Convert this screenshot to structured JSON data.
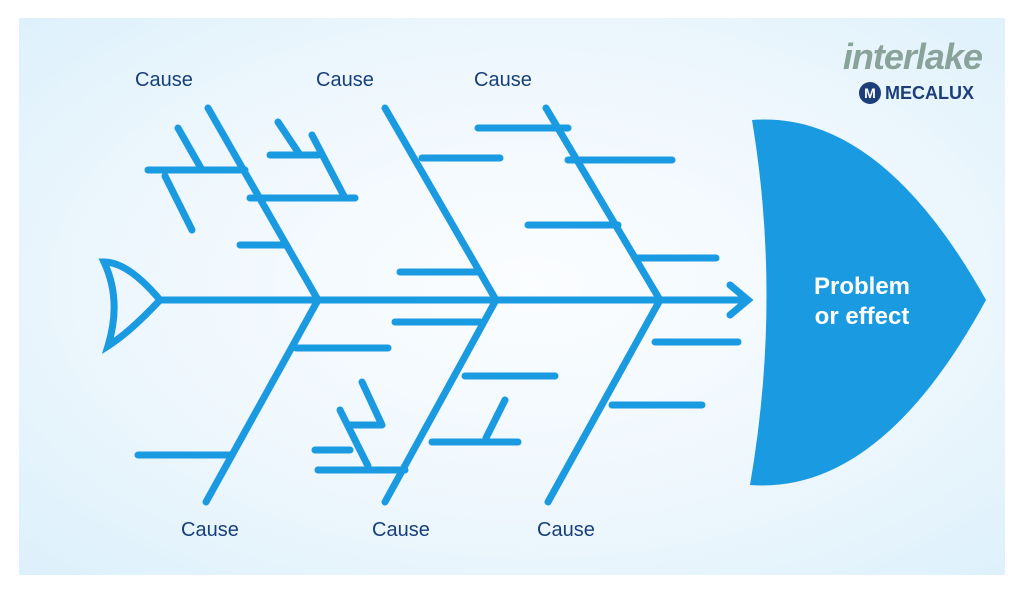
{
  "diagram": {
    "causes_top": [
      "Cause",
      "Cause",
      "Cause"
    ],
    "causes_bottom": [
      "Cause",
      "Cause",
      "Cause"
    ],
    "effect_line1": "Problem",
    "effect_line2": "or effect"
  },
  "logo": {
    "brand": "interlake",
    "sub": "MECALUX",
    "mark": "M"
  },
  "colors": {
    "line": "#1a9ae0",
    "head": "#1a9ae0",
    "label": "#17407a",
    "background": "#e6f4fc"
  }
}
